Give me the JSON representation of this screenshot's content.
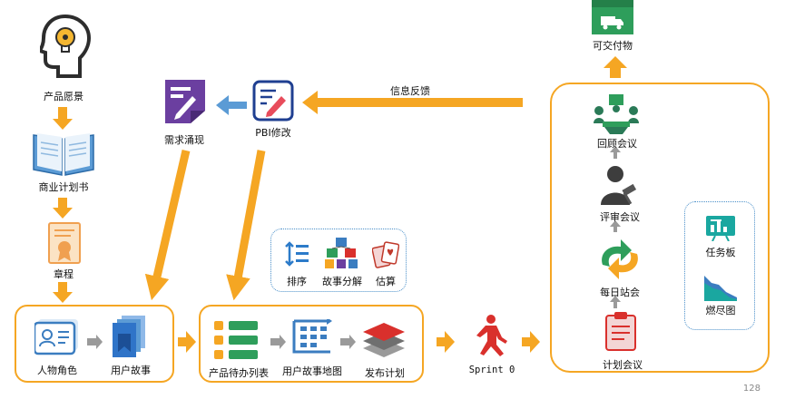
{
  "diagram": {
    "vision": {
      "label": "产品愿景",
      "icon": "head-lightbulb-icon"
    },
    "business_plan": {
      "label": "商业计划书",
      "icon": "open-book-icon"
    },
    "charter": {
      "label": "章程",
      "icon": "certificate-icon"
    },
    "requirements": {
      "label": "需求涌现",
      "icon": "requirements-doc-icon"
    },
    "pbi_edit": {
      "label": "PBI修改",
      "icon": "edit-document-icon"
    },
    "feedback": {
      "label": "信息反馈"
    },
    "deliverable": {
      "label": "可交付物",
      "icon": "delivery-truck-box-icon"
    },
    "personas": {
      "label": "人物角色",
      "icon": "id-card-icon"
    },
    "user_stories": {
      "label": "用户故事",
      "icon": "story-cards-icon"
    },
    "backlog": {
      "label": "产品待办列表",
      "icon": "backlog-list-icon"
    },
    "story_map": {
      "label": "用户故事地图",
      "icon": "story-map-icon"
    },
    "release_plan": {
      "label": "发布计划",
      "icon": "layers-stack-icon"
    },
    "techniques": [
      {
        "label": "排序",
        "icon": "sort-icon"
      },
      {
        "label": "故事分解",
        "icon": "blocks-icon"
      },
      {
        "label": "估算",
        "icon": "poker-cards-icon"
      }
    ],
    "sprint0": {
      "label": "Sprint 0",
      "icon": "sprinter-icon"
    },
    "retrospective": {
      "label": "回顾会议",
      "icon": "meeting-icon"
    },
    "review": {
      "label": "评审会议",
      "icon": "judge-gavel-icon"
    },
    "daily": {
      "label": "每日站会",
      "icon": "cycle-arrows-icon"
    },
    "planning": {
      "label": "计划会议",
      "icon": "clipboard-icon"
    },
    "artifacts": [
      {
        "label": "任务板",
        "icon": "task-board-icon"
      },
      {
        "label": "燃尽图",
        "icon": "burndown-chart-icon"
      }
    ]
  },
  "colors": {
    "orange": "#f5a623",
    "blue": "#4a8fc9",
    "green": "#2e9e5b",
    "purple": "#6b3fa0",
    "red": "#d9302c"
  },
  "page_number": "128"
}
